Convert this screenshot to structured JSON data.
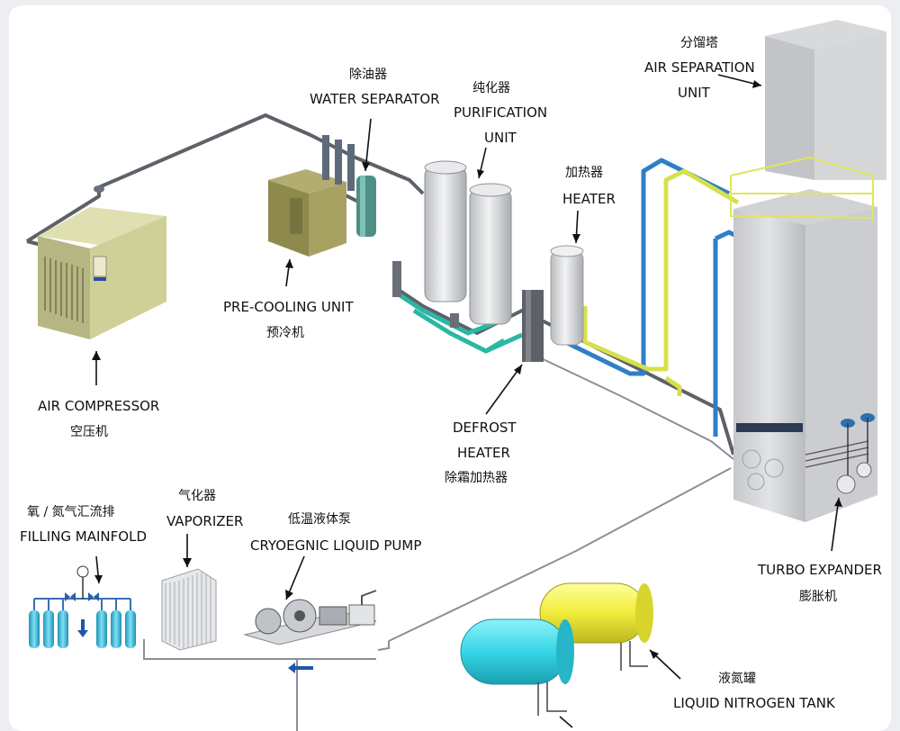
{
  "labels": {
    "air_separation": {
      "cn": "分馏塔",
      "en_line1": "AIR SEPARATION",
      "en_line2": "UNIT"
    },
    "water_separator": {
      "cn": "除油器",
      "en": "WATER SEPARATOR"
    },
    "purification": {
      "cn": "纯化器",
      "en_line1": "PURIFICATION",
      "en_line2": "UNIT"
    },
    "heater": {
      "cn": "加热器",
      "en": "HEATER"
    },
    "pre_cooling": {
      "en": "PRE-COOLING UNIT",
      "cn": "预冷机"
    },
    "air_compressor": {
      "en": "AIR COMPRESSOR",
      "cn": "空压机"
    },
    "defrost_heater": {
      "en_line1": "DEFROST",
      "en_line2": "HEATER",
      "cn": "除霜加热器"
    },
    "filling_mainfold": {
      "cn": "氧 / 氮气汇流排",
      "en": "FILLING MAINFOLD"
    },
    "vaporizer": {
      "cn": "气化器",
      "en": "VAPORIZER"
    },
    "cryogenic_pump": {
      "cn": "低温液体泵",
      "en": "CRYOEGNIC LIQUID PUMP"
    },
    "turbo_expander": {
      "en": "TURBO EXPANDER",
      "cn": "膨胀机"
    },
    "liquid_nitrogen_tank": {
      "cn": "液氮罐",
      "en": "LIQUID NITROGEN TANK"
    }
  },
  "colors": {
    "pipe_gray": "#5d6168",
    "pipe_blue": "#2f7fc6",
    "pipe_yellow": "#d7e04a",
    "pipe_teal": "#2bb7a4",
    "tank_cyan": "#36d6e6",
    "tank_yellow": "#f0ec3a",
    "compressor": "#c9c98f",
    "precooling": "#8f8a4f"
  }
}
